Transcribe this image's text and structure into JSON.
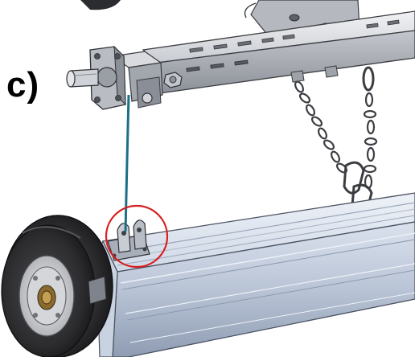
{
  "figure": {
    "panel_label": "c)"
  },
  "colors": {
    "steel_light": "#dcdee3",
    "steel_mid": "#b8bbc2",
    "steel_dark": "#6f737b",
    "beam_blue_light": "#e6ecf5",
    "beam_blue_mid": "#c7d2e2",
    "beam_blue_dark": "#8e9bb0",
    "tire": "#2e2e30",
    "cable": "#1d6f86",
    "highlight_circle": "#d81e1e"
  },
  "components": {
    "tow_bar": "tow-bar",
    "chain": "safety-chain",
    "cable": "connecting-cable",
    "wheel": "transport-wheel",
    "beam": "main-beam",
    "bracket": "cable-bracket",
    "highlight": "highlight-circle"
  }
}
